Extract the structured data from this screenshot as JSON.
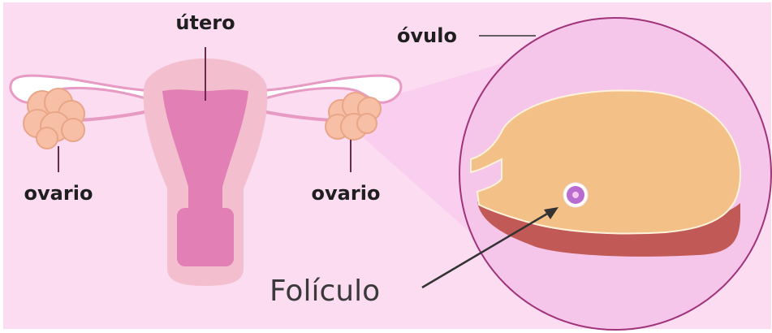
{
  "labels": {
    "utero": "útero",
    "ovulo": "óvulo",
    "ovario_left": "ovario",
    "ovario_right": "ovario",
    "foliculo": "Folículo"
  },
  "colors": {
    "background": "#fbdcf1",
    "uterus_outer": "#f3bfcf",
    "uterus_inner": "#e27fb4",
    "tube": "#ffffff",
    "tube_outline": "#e79ac3",
    "ovary": "#f7c0a6",
    "ovary_outline": "#e9a587",
    "zoom_circle_fill": "#f6c6ea",
    "zoom_circle_stroke": "#a0337a",
    "ovary_section": "#f3c187",
    "ovary_section_edge": "#c15a56",
    "ovum_fill": "#b86bd0",
    "label_text": "#1f1f1f",
    "pointer_line": "#333333"
  }
}
